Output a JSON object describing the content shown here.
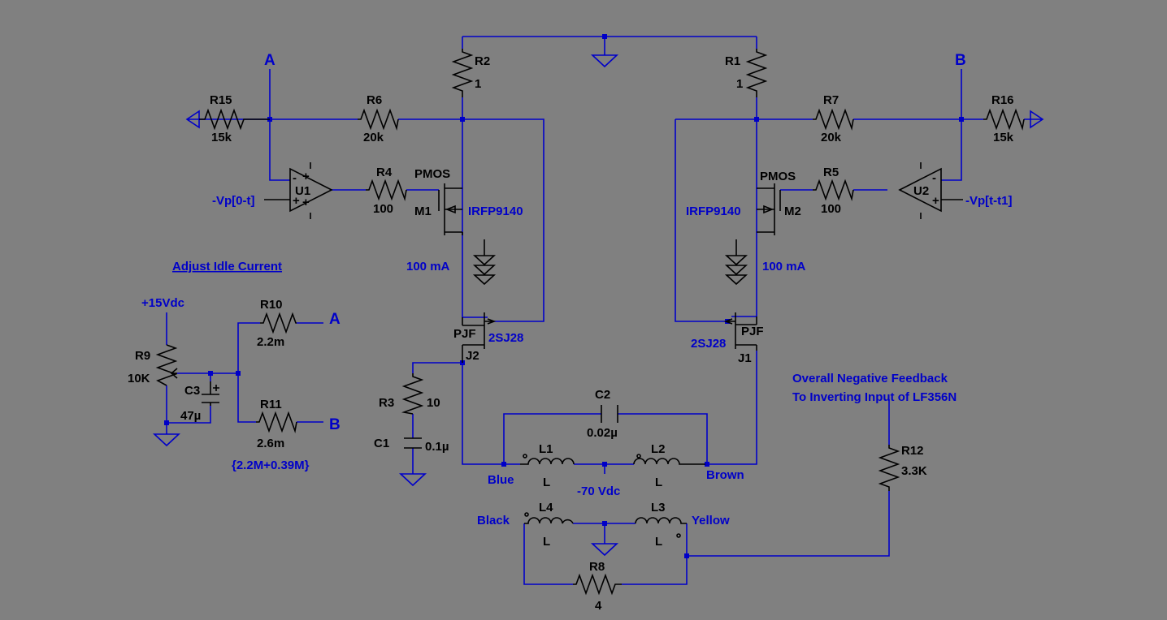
{
  "colors": {
    "background": "#808080",
    "wire": "#0000c8",
    "component": "#000000"
  },
  "nets": {
    "a": "A",
    "b": "B",
    "a2": "A",
    "b2": "B"
  },
  "components": {
    "r1": {
      "name": "R1",
      "value": "1"
    },
    "r2": {
      "name": "R2",
      "value": "1"
    },
    "r3": {
      "name": "R3",
      "value": "10"
    },
    "r4": {
      "name": "R4",
      "value": "100"
    },
    "r5": {
      "name": "R5",
      "value": "100"
    },
    "r6": {
      "name": "R6",
      "value": "20k"
    },
    "r7": {
      "name": "R7",
      "value": "20k"
    },
    "r8": {
      "name": "R8",
      "value": "4"
    },
    "r9": {
      "name": "R9",
      "value": "10K"
    },
    "r10": {
      "name": "R10",
      "value": "2.2m"
    },
    "r11": {
      "name": "R11",
      "value": "2.6m",
      "expr": "{2.2M+0.39M}"
    },
    "r12": {
      "name": "R12",
      "value": "3.3K"
    },
    "r15": {
      "name": "R15",
      "value": "15k"
    },
    "r16": {
      "name": "R16",
      "value": "15k"
    },
    "c1": {
      "name": "C1",
      "value": "0.1µ"
    },
    "c2": {
      "name": "C2",
      "value": "0.02µ"
    },
    "c3": {
      "name": "C3",
      "value": "47µ"
    },
    "l1": {
      "name": "L1",
      "value": "L"
    },
    "l2": {
      "name": "L2",
      "value": "L"
    },
    "l3": {
      "name": "L3",
      "value": "L"
    },
    "l4": {
      "name": "L4",
      "value": "L"
    },
    "u1": {
      "name": "U1",
      "input": "-Vp[0-t]"
    },
    "u2": {
      "name": "U2",
      "input": "-Vp[t-t1]"
    },
    "m1": {
      "name": "M1",
      "type": "PMOS",
      "model": "IRFP9140",
      "current": "100 mA"
    },
    "m2": {
      "name": "M2",
      "type": "PMOS",
      "model": "IRFP9140",
      "current": "100 mA"
    },
    "j1": {
      "name": "J1",
      "type": "PJF",
      "model": "2SJ28"
    },
    "j2": {
      "name": "J2",
      "type": "PJF",
      "model": "2SJ28"
    }
  },
  "labels": {
    "adjust": "Adjust Idle Current",
    "supply15": "+15Vdc",
    "supply70": "-70 Vdc",
    "blue": "Blue",
    "brown": "Brown",
    "black": "Black",
    "yellow": "Yellow",
    "feedback1": "Overall Negative Feedback",
    "feedback2": "To Inverting Input of LF356N"
  }
}
